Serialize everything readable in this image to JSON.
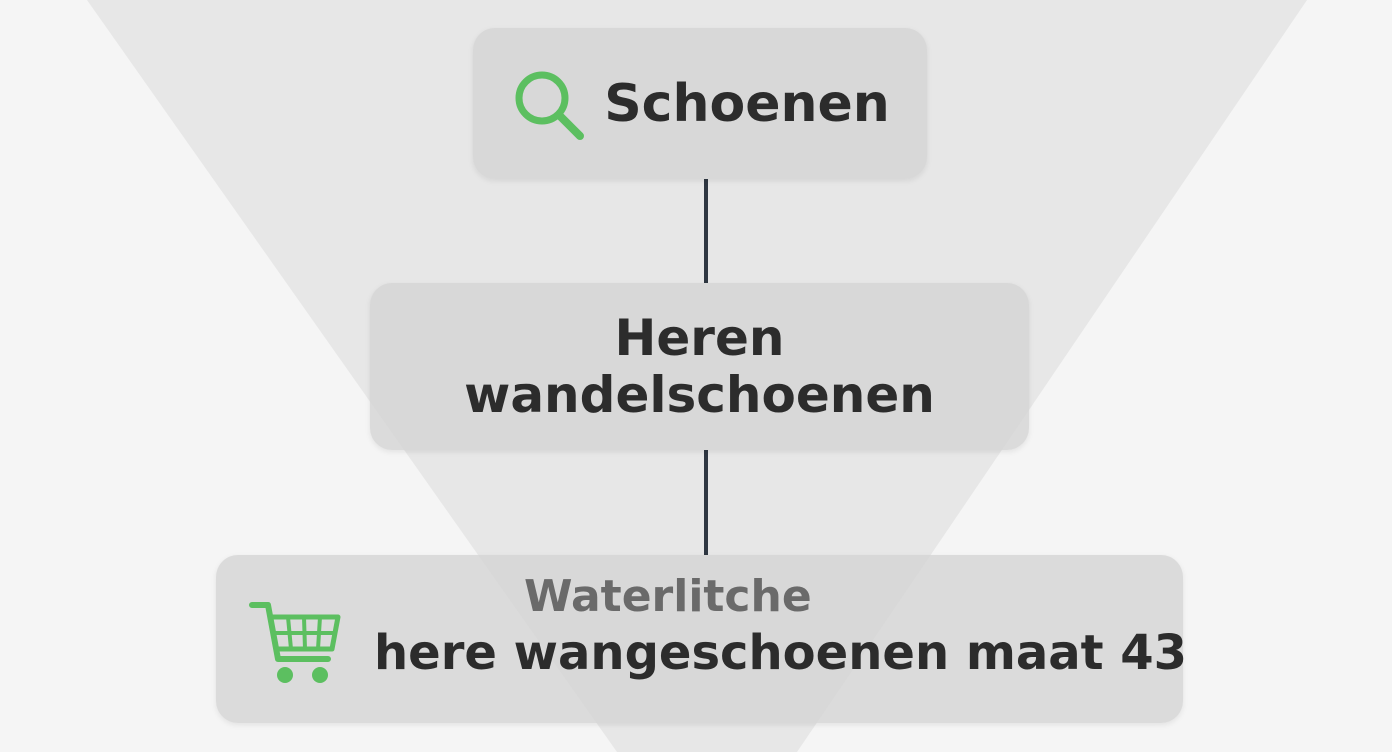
{
  "colors": {
    "background": "#f5f5f5",
    "funnel": "#e2e2e2",
    "box": "#d4d4d4",
    "text": "#2c2c2c",
    "muted_text": "#6a6a6a",
    "accent": "#5cbf60",
    "connector": "#2f3742"
  },
  "nodes": {
    "top": {
      "icon": "search-icon",
      "label": "Schoenen"
    },
    "middle": {
      "line1": "Heren",
      "line2": "wandelschoenen"
    },
    "bottom": {
      "icon": "shopping-cart-icon",
      "line1": "Waterlitche",
      "line2": "here wangeschoenen maat 43"
    }
  }
}
